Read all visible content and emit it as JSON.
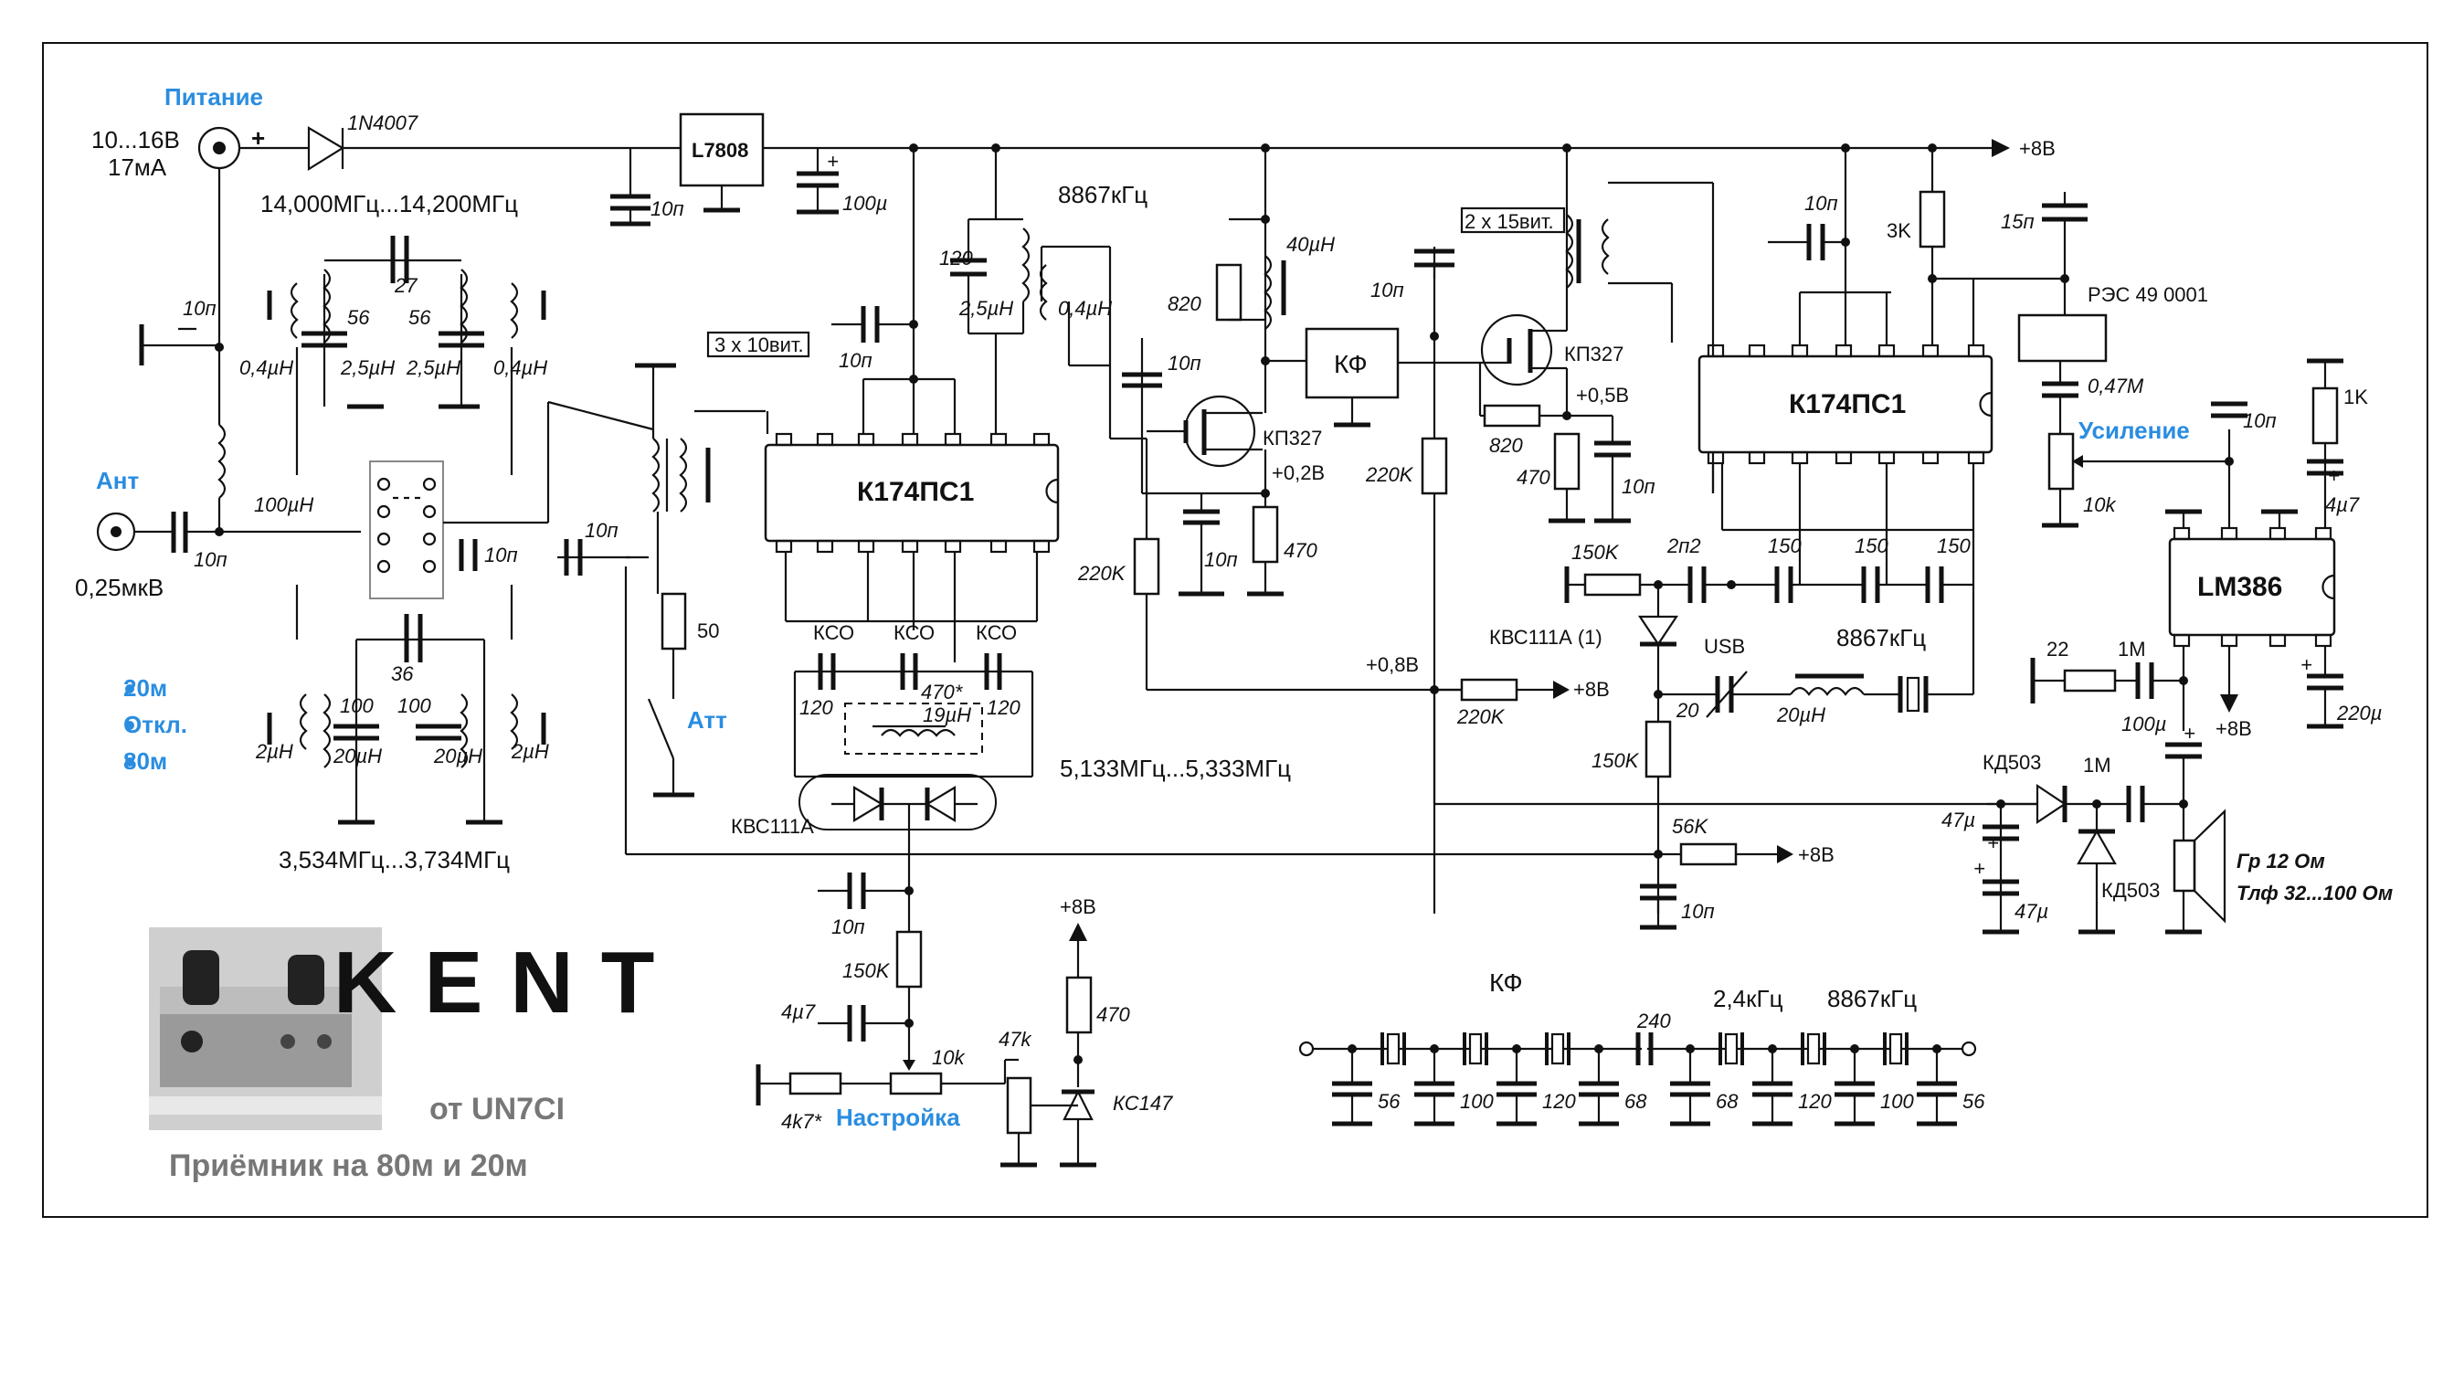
{
  "power": {
    "title": "Питание",
    "voltage": "10...16В",
    "current": "17мА",
    "plus": "+",
    "diode": "1N4007",
    "reg": "L7808",
    "c_in": "10п",
    "c_out": "100µ",
    "rail": "+8В"
  },
  "band20": {
    "freq": "14,000МГц...14,200МГц",
    "cap_top": "27",
    "c1": "56",
    "c2": "56",
    "l1": "2,5µН",
    "l2": "2,5µН",
    "coil_l": "0,4µН",
    "coil_r": "0,4µН",
    "c_coupling": "10п"
  },
  "band80": {
    "freq": "3,534МГц...3,734МГц",
    "cap_top": "36",
    "c1": "100",
    "c2": "100",
    "l1": "20µН",
    "l2": "20µН",
    "coil_l": "2µН",
    "coil_r": "2µН",
    "c_out": "10п"
  },
  "antenna": {
    "title": "Ант",
    "sensitivity": "0,25мкВ",
    "choke": "100µН",
    "c_series": "10п"
  },
  "switch": {
    "opt1": "20м",
    "opt2": "Откл.",
    "opt3": "80м"
  },
  "mixer1": {
    "name": "К174ПС1",
    "transformer": "3 х 10вит.",
    "c_in": "10п",
    "c_dec": "10п",
    "atten_res": "50",
    "att": "Атт"
  },
  "vfo": {
    "range": "5,133МГц...5,333МГц",
    "kso1": "КСО",
    "kso2": "КСО",
    "kso3": "КСО",
    "c_l": "120",
    "c_mid": "470*",
    "c_r": "120",
    "coil": "19µН",
    "varicap": "КВС111А",
    "c_dec": "10п",
    "r_feed": "150K",
    "c_elec": "4µ7",
    "pot": "10k",
    "r_low": "4k7*",
    "tune": "Настройка",
    "r_zener": "470",
    "pot2": "47k",
    "zener": "КС147",
    "rail": "+8В"
  },
  "bfo1": {
    "freq": "8867кГц",
    "c": "120",
    "l": "2,5µН",
    "l2": "0,4µН"
  },
  "amp1": {
    "transistor": "КП327",
    "coil": "40µН",
    "r_drain": "820",
    "c_gate": "10п",
    "c_src": "10п",
    "r_src": "470",
    "r_gate": "220K",
    "bias": "+0,2В"
  },
  "filter": {
    "name": "КФ",
    "c_in": "10п"
  },
  "amp2": {
    "transistor": "КП327",
    "transformer": "2 х 15вит.",
    "r_src": "820",
    "bias": "+0,5В",
    "r_gnd": "470",
    "c_src": "10п",
    "r_gate": "220K",
    "bias2": "+0,8В",
    "r_bias": "220K",
    "rail": "+8В"
  },
  "mixer2": {
    "name": "К174ПС1",
    "c_dec": "10п",
    "r_top": "3K",
    "c_relay": "15п"
  },
  "relay": {
    "name": "РЭС 49  0001",
    "c": "0,47М"
  },
  "bfo2": {
    "r": "150K",
    "c": "2п2",
    "c1": "150",
    "c2": "150",
    "c3": "150",
    "varicap": "КВС111А (1)",
    "mode": "USB",
    "trim": "20",
    "l": "20µН",
    "freq": "8867кГц",
    "r_feed": "150K",
    "r_gnd": "56K",
    "c_gnd": "10п",
    "rail": "+8В"
  },
  "audio": {
    "chip": "LM386",
    "gain": "Усиление",
    "pot": "10k",
    "c_in": "10п",
    "r_top": "1K",
    "c_gain": "4µ7",
    "r_in": "22",
    "r_in2": "1M",
    "c_out": "100µ",
    "c_bypass": "220µ",
    "rail": "+8В",
    "diode1": "КД503",
    "diode2": "КД503",
    "r_det": "1M",
    "c_det1": "47µ",
    "c_det2": "47µ",
    "speaker1": "Гр 12 Ом",
    "speaker2": "Тлф 32...100 Ом"
  },
  "crystal_filter": {
    "name": "КФ",
    "bw": "2,4кГц",
    "freq": "8867кГц",
    "caps": [
      "56",
      "100",
      "120",
      "68",
      "68",
      "120",
      "100",
      "56"
    ],
    "c_series": "240"
  },
  "credits": {
    "logo": "KENT",
    "author": "от UN7CI",
    "title": "Приёмник на 80м и 20м"
  }
}
